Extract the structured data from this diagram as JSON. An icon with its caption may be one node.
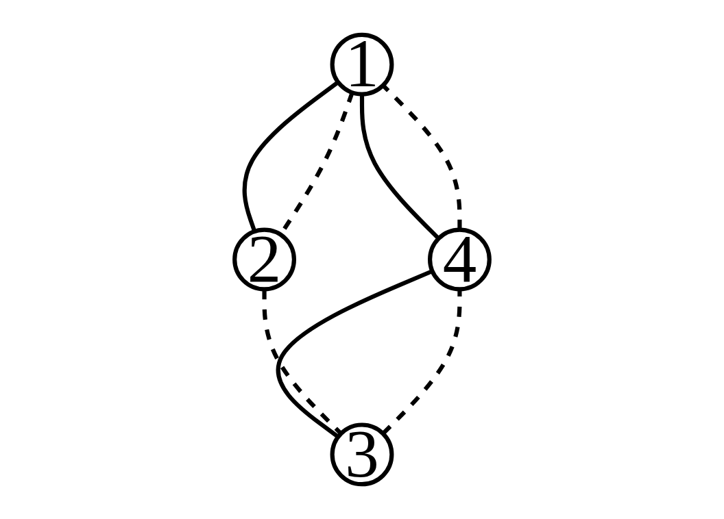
{
  "diagram": {
    "nodes": [
      {
        "text": [
          "1"
        ]
      },
      {
        "text": [
          "2"
        ]
      },
      {
        "text": [
          "3"
        ]
      },
      {
        "text": [
          "4"
        ]
      }
    ],
    "edges": [
      {
        "from": 0,
        "to": 3,
        "arrow": "none"
      },
      {
        "from": 0,
        "to": 1,
        "arrow": "none"
      },
      {
        "from": 3,
        "to": 2,
        "arrow": "none"
      },
      {
        "from": 0,
        "to": 1,
        "arrow": "none",
        "style": "dashed"
      },
      {
        "from": 1,
        "to": 2,
        "arrow": "none",
        "style": "dashed"
      },
      {
        "from": 2,
        "to": 3,
        "arrow": "none",
        "style": "dashed"
      },
      {
        "from": 3,
        "to": 0,
        "arrow": "none",
        "style": "dashed"
      }
    ]
  }
}
